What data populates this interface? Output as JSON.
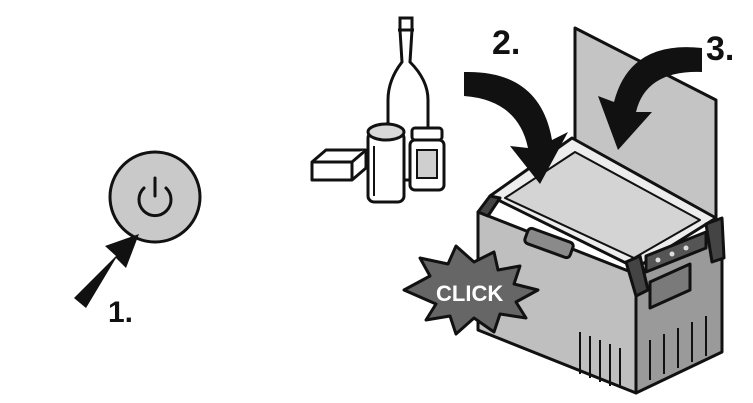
{
  "corner_glyph": "",
  "steps": {
    "step1": {
      "label": "1."
    },
    "step2": {
      "label": "2."
    },
    "step3": {
      "label": "3."
    }
  },
  "click_burst": {
    "label": "CLICK"
  },
  "icons": [
    "power-icon",
    "arrow-icon",
    "cooler-box-icon",
    "bottle-icon",
    "can-icon",
    "jar-icon",
    "butter-dish-icon"
  ]
}
